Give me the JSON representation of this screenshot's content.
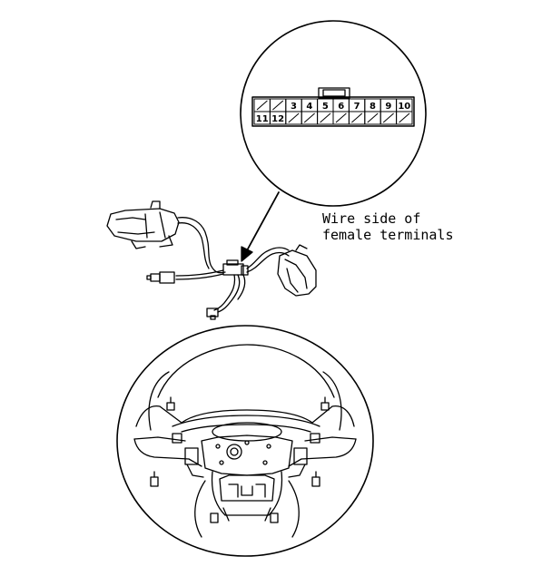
{
  "diagram": {
    "caption": {
      "line1": "Wire side of",
      "line2": "female terminals"
    },
    "connector": {
      "row1": [
        "",
        "",
        "3",
        "4",
        "5",
        "6",
        "7",
        "8",
        "9",
        "10"
      ],
      "row2": [
        "11",
        "12",
        "",
        "",
        "",
        "",
        "",
        "",
        "",
        ""
      ]
    },
    "stroke_color": "#000000",
    "background_color": "#ffffff"
  }
}
